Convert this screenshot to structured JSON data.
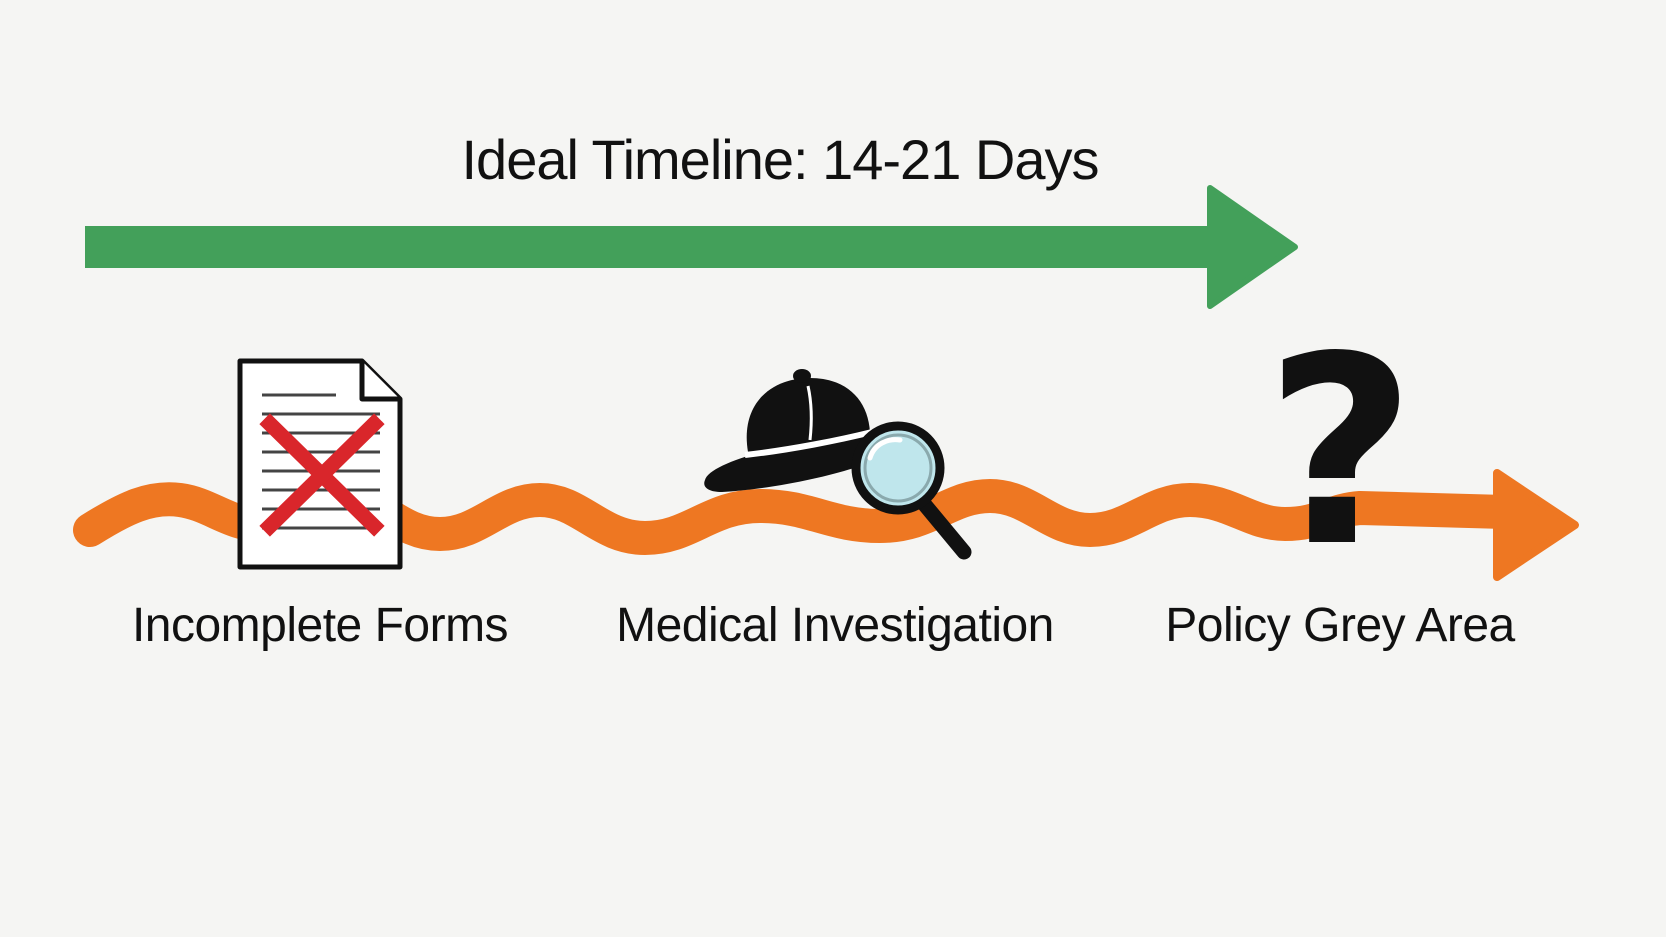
{
  "title": "Ideal Timeline: 14-21 Days",
  "obstacles": [
    {
      "label": "Incomplete Forms",
      "icon": "crossed-out-document-icon"
    },
    {
      "label": "Medical Investigation",
      "icon": "detective-hat-magnifier-icon"
    },
    {
      "label": "Policy Grey Area",
      "icon": "question-mark-icon",
      "symbol": "?"
    }
  ],
  "colors": {
    "background": "#f5f5f3",
    "ideal_arrow": "#43a05a",
    "actual_path": "#ee7722",
    "cross": "#d9262b",
    "ink": "#111111",
    "lens": "#bfe6ec"
  }
}
